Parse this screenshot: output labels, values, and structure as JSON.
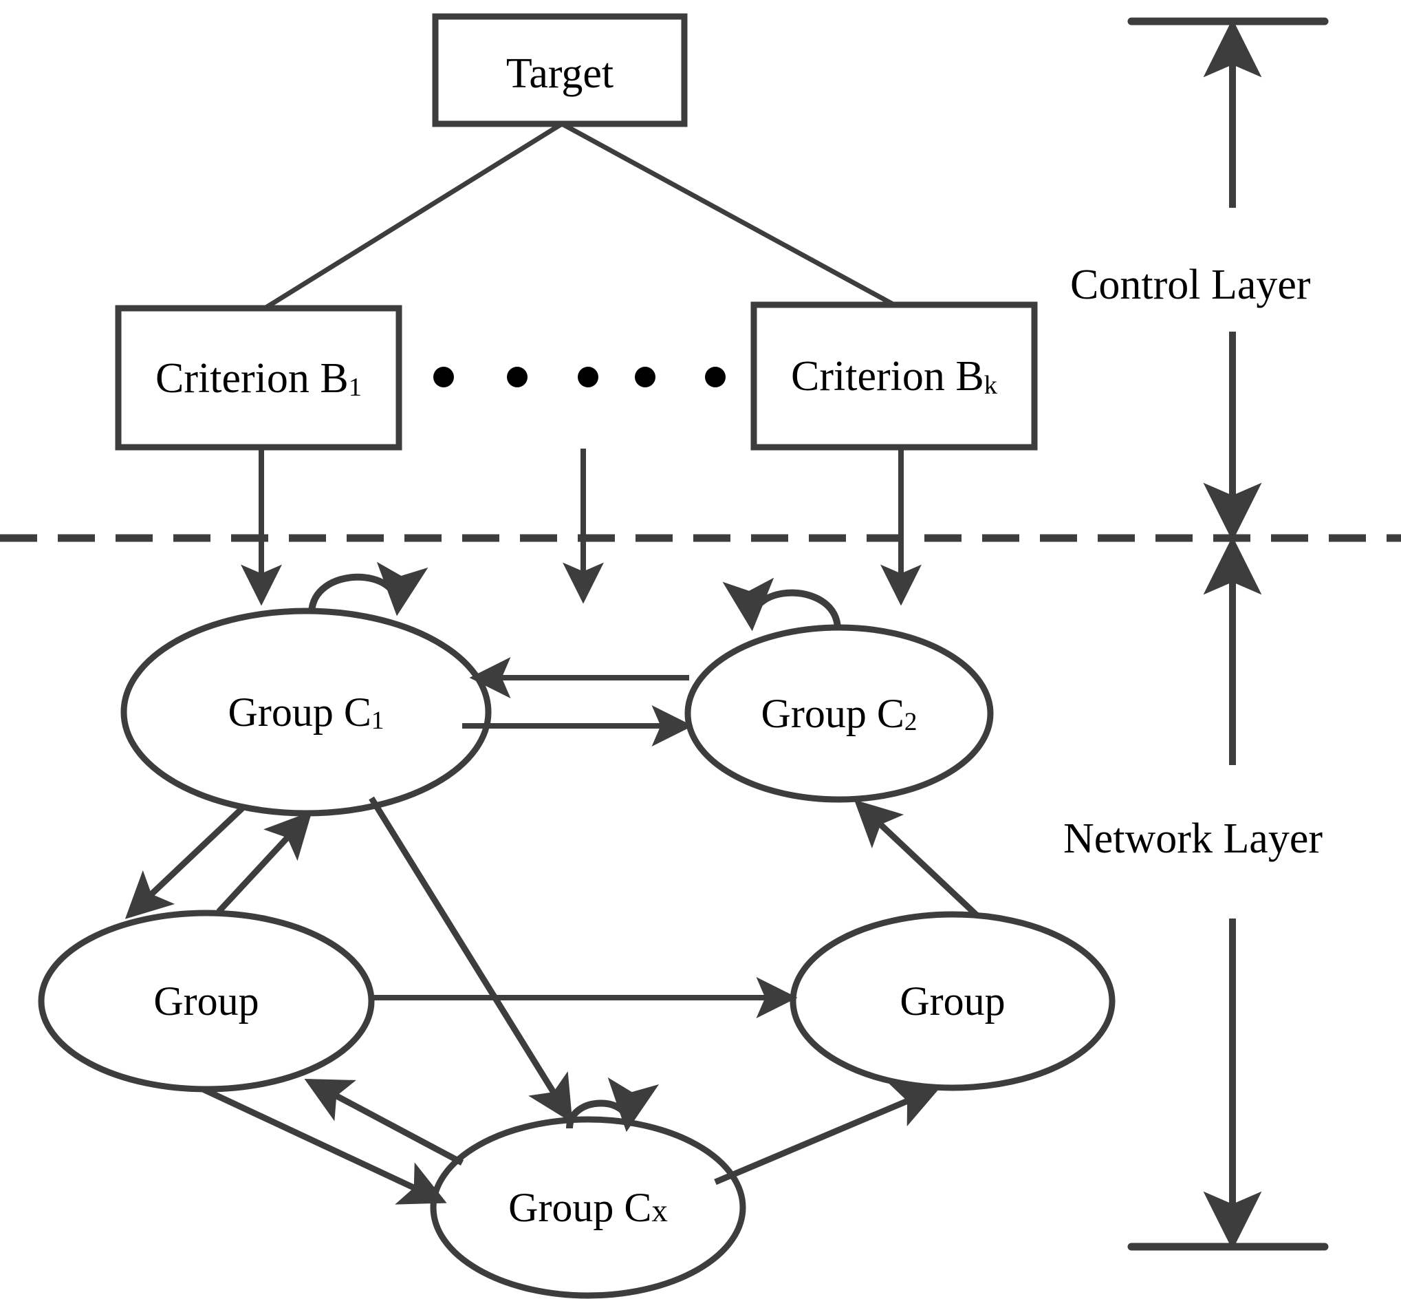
{
  "figure": {
    "title": "ANP hierarchical structure with control layer and network layer",
    "stroke_color": "#3d3d3d",
    "text_color": "#000000",
    "background": "#ffffff"
  },
  "control_layer": {
    "target": {
      "label": "Target"
    },
    "criteria": [
      {
        "label_main": "Criterion B",
        "label_sub": "1",
        "full": "Criterion B1"
      },
      {
        "label_main": "Criterion B",
        "label_sub": "k",
        "full": "Criterion Bk"
      }
    ],
    "ellipsis_dots": 5
  },
  "network_layer": {
    "groups": [
      {
        "id": "c1",
        "label_main": "Group C",
        "label_sub": "1",
        "full": "Group C1"
      },
      {
        "id": "c2",
        "label_main": "Group C",
        "label_sub": "2",
        "full": "Group C2"
      },
      {
        "id": "left",
        "label_main": "Group",
        "label_sub": "",
        "full": "Group"
      },
      {
        "id": "right",
        "label_main": "Group",
        "label_sub": "",
        "full": "Group"
      },
      {
        "id": "cx",
        "label_main": "Group C",
        "label_sub": "x",
        "full": "Group Cx"
      }
    ]
  },
  "side_labels": {
    "control": "Control Layer",
    "network": "Network Layer"
  }
}
